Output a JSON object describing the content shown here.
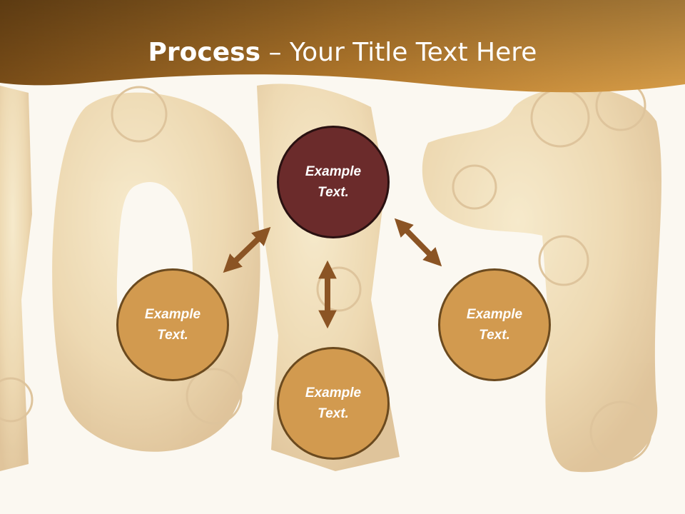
{
  "title": {
    "bold": "Process",
    "rest": " – Your Title Text Here"
  },
  "diagram": {
    "center": "Example Text.",
    "left": "Example Text.",
    "bottom": "Example Text.",
    "right": "Example Text."
  },
  "colors": {
    "header_dark": "#7b4e18",
    "header_light": "#d79d48",
    "node_outer": "#d29a4f",
    "node_center": "#6b2b2b",
    "arrow": "#8b5424",
    "background": "#fbf8f1"
  }
}
